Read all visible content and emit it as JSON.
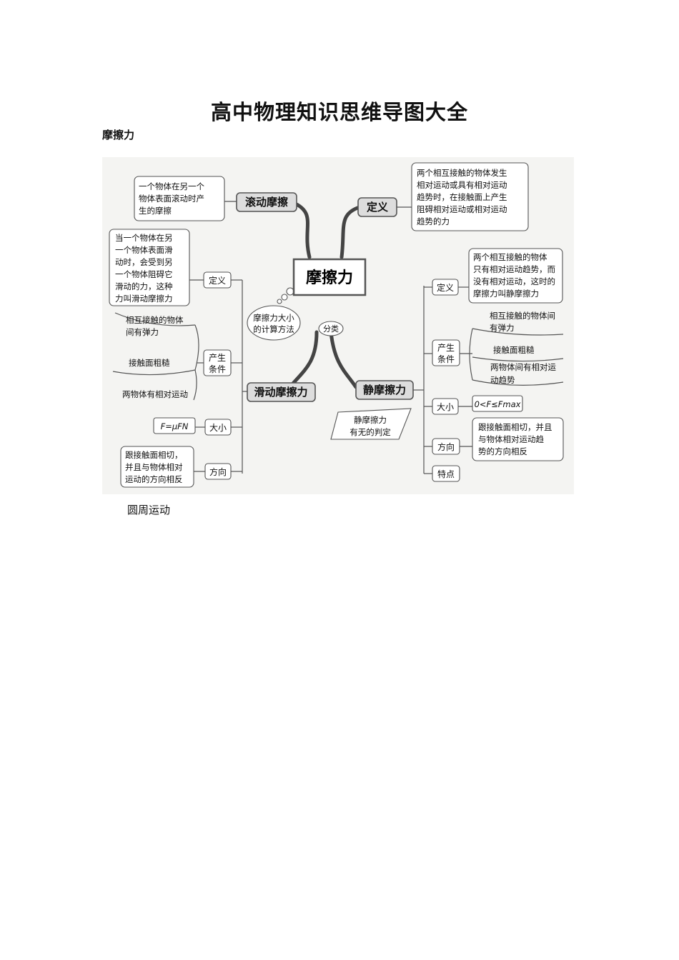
{
  "doc": {
    "title": "高中物理知识思维导图大全",
    "section1": "摩擦力",
    "section2": "圆周运动"
  },
  "mindmap": {
    "center": "摩擦力",
    "rolling": {
      "label": "滚动摩擦",
      "desc": [
        "一个物体在另一个",
        "物体表面滚动时产",
        "生的摩擦"
      ]
    },
    "definition": {
      "label": "定义",
      "desc": [
        "两个相互接触的物体发生",
        "相对运动或具有相对运动",
        "趋势时，在接触面上产生",
        "阻碍相对运动或相对运动",
        "趋势的力"
      ]
    },
    "calc": [
      "摩擦力大小",
      "的计算方法"
    ],
    "classify": "分类",
    "sliding": {
      "label": "滑动摩擦力",
      "def_label": "定义",
      "def_desc": [
        "当一个物体在另",
        "一个物体表面滑",
        "动时，会受到另",
        "一个物体阻碍它",
        "滑动的力，这种",
        "力叫滑动摩擦力"
      ],
      "cond_label": [
        "产生",
        "条件"
      ],
      "conds": [
        [
          "相互接触的物体",
          "间有弹力"
        ],
        [
          "接触面粗糙"
        ],
        [
          "两物体有相对运动"
        ]
      ],
      "size_label": "大小",
      "size_formula": "F=μFN",
      "dir_label": "方向",
      "dir_desc": [
        "跟接触面相切，",
        "并且与物体相对",
        "运动的方向相反"
      ]
    },
    "static": {
      "label": "静摩擦力",
      "judge": [
        "静摩擦力",
        "有无的判定"
      ],
      "def_label": "定义",
      "def_desc": [
        "两个相互接触的物体",
        "只有相对运动趋势，而",
        "没有相对运动，这时的",
        "摩擦力叫静摩擦力"
      ],
      "cond_label": [
        "产生",
        "条件"
      ],
      "conds": [
        [
          "相互接触的物体间",
          "有弹力"
        ],
        [
          "接触面粗糙"
        ],
        [
          "两物体间有相对运",
          "动趋势"
        ]
      ],
      "size_label": "大小",
      "size_formula": "0<F≤Fmax",
      "dir_label": "方向",
      "dir_desc": [
        "跟接触面相切，并且",
        "与物体相对运动趋",
        "势的方向相反"
      ],
      "feature_label": "特点"
    }
  }
}
